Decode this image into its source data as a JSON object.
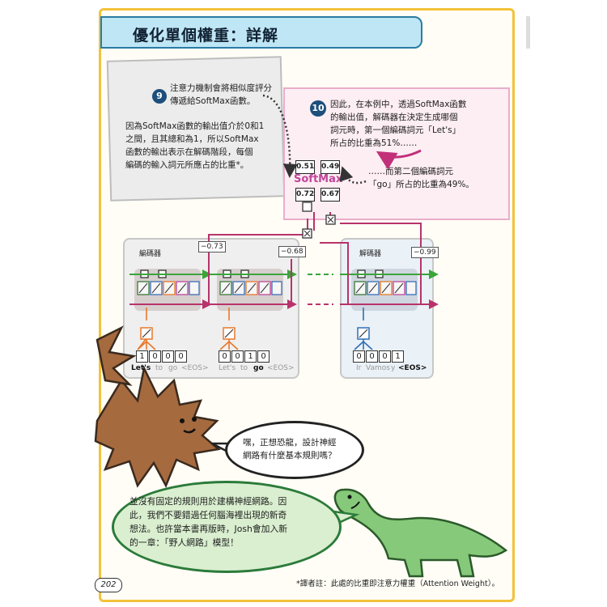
{
  "title": "優化單個權重：詳解",
  "note9": {
    "num": "9",
    "head1": "注意力機制會將相似度評分",
    "head2": "傳遞給SoftMax函數。",
    "body1": "因為SoftMax函數的輸出值介於0和1",
    "body2": "之間，且其總和為1，所以SoftMax",
    "body3": "函數的輸出表示在解碼階段，每個",
    "body4": "編碼的輸入詞元所應占的比重*。"
  },
  "note10": {
    "num": "10",
    "l1": "因此，在本例中，透過SoftMax函數",
    "l2": "的輸出值，解碼器在決定生成哪個",
    "l3": "詞元時，第一個編碼詞元「Let's」",
    "l4": "所占的比重為51%……",
    "l5": "……而第二個編碼詞元",
    "l6": "「go」所占的比重為49%。"
  },
  "softmax": {
    "label": "SoftMax",
    "out1": "0.51",
    "out2": "0.49",
    "in1": "0.72",
    "in2": "0.67"
  },
  "diagram": {
    "encoder_label": "編碼器",
    "decoder_label": "解碼器",
    "score1": "−0.73",
    "score2": "−0.68",
    "score3": "−0.99",
    "enc1_vec": [
      "1",
      "0",
      "0",
      "0"
    ],
    "enc2_vec": [
      "0",
      "0",
      "1",
      "0"
    ],
    "dec_vec": [
      "0",
      "0",
      "0",
      "1"
    ],
    "enc1_words": [
      "Let's",
      "to",
      "go",
      "<EOS>"
    ],
    "enc2_words": [
      "Let's",
      "to",
      "go",
      "<EOS>"
    ],
    "dec_words": [
      "Ir",
      "Vamos",
      "y",
      "<EOS>"
    ]
  },
  "dialog": {
    "q1": "嘿，正想恐龍，設計神經",
    "q2": "網路有什麼基本規則嗎？",
    "a1": "並沒有固定的規則用於建構神經網路。因",
    "a2": "此，我們不要錯過任何腦海裡出現的新奇",
    "a3": "想法。也許當本書再版時，Josh會加入新",
    "a4": "的一章：「野人網路」模型！"
  },
  "footer": {
    "page": "202",
    "footnote": "*譯者註：此處的比重即注意力權重（Attention Weight）。"
  },
  "colors": {
    "orange": "#e8782a",
    "green": "#3aa53a",
    "magenta": "#b8336b",
    "purple": "#7b4ec0",
    "blue": "#2e6fb7",
    "furry": "#a66a3f"
  }
}
